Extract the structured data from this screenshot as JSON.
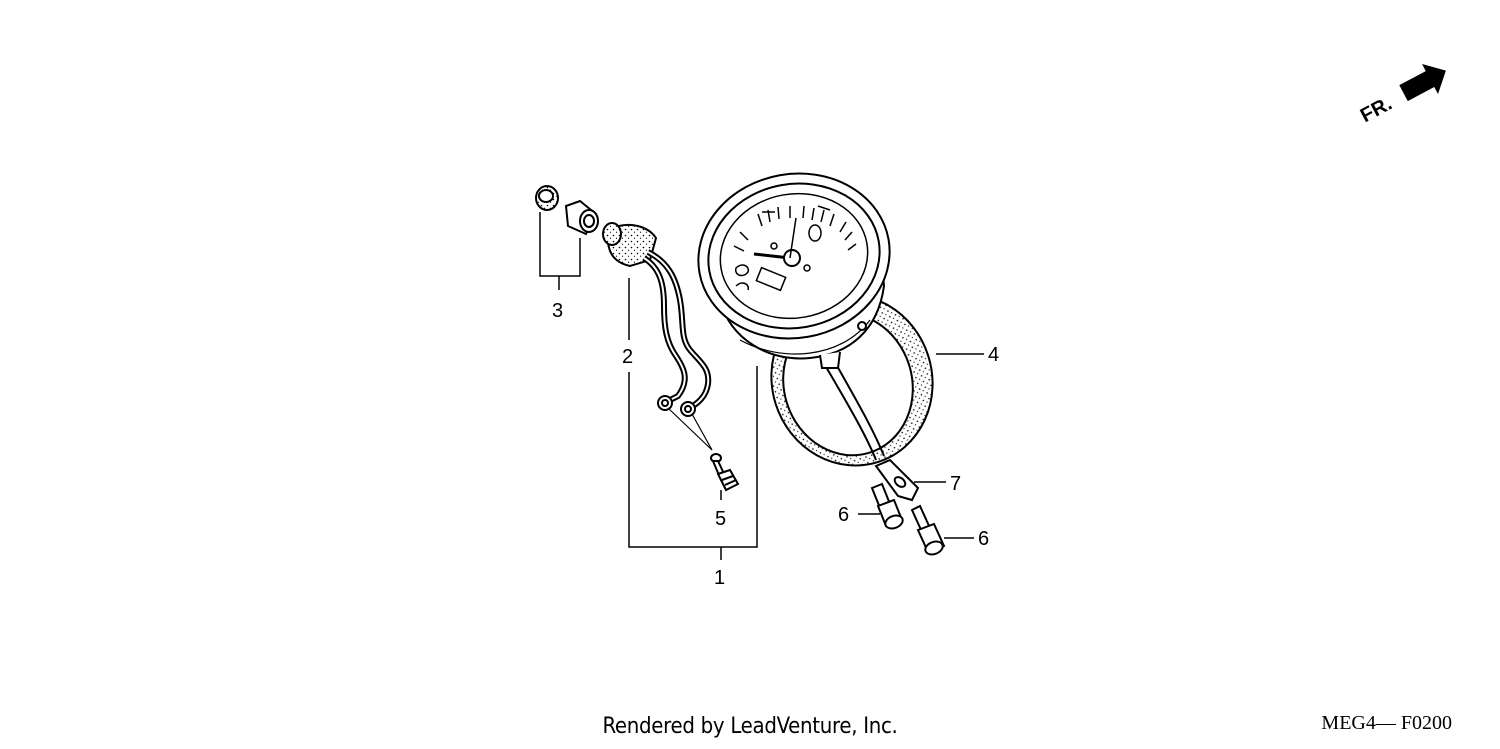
{
  "diagram": {
    "callouts": [
      {
        "id": "1",
        "text": "1"
      },
      {
        "id": "2",
        "text": "2"
      },
      {
        "id": "3",
        "text": "3"
      },
      {
        "id": "4",
        "text": "4"
      },
      {
        "id": "5",
        "text": "5"
      },
      {
        "id": "6a",
        "text": "6"
      },
      {
        "id": "6b",
        "text": "6"
      },
      {
        "id": "7",
        "text": "7"
      }
    ],
    "direction_label": "FR."
  },
  "footer": {
    "rendered_by": "Rendered by LeadVenture, Inc.",
    "diagram_code": "MEG4— F0200"
  }
}
